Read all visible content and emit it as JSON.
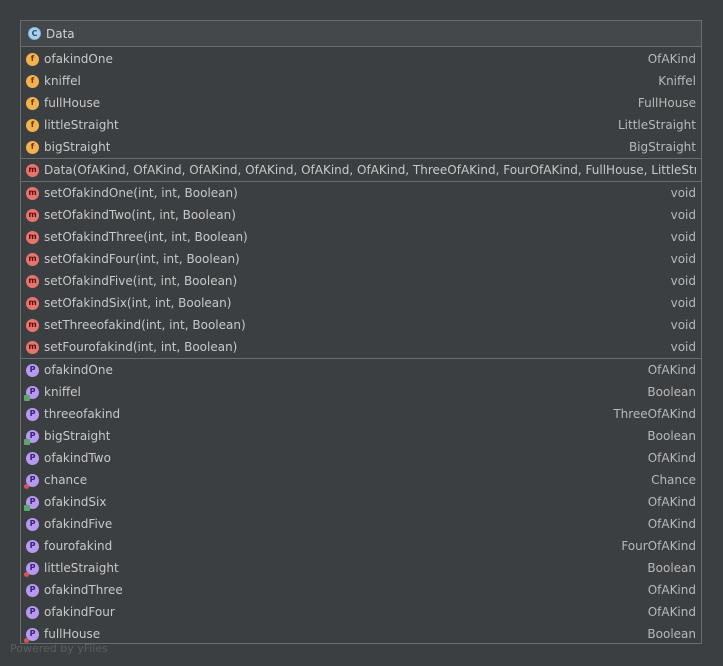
{
  "class": {
    "icon_letter": "C",
    "name": "Data"
  },
  "fields": [
    {
      "name": "ofakindOne",
      "type": "OfAKind"
    },
    {
      "name": "kniffel",
      "type": "Kniffel"
    },
    {
      "name": "fullHouse",
      "type": "FullHouse"
    },
    {
      "name": "littleStraight",
      "type": "LittleStraight"
    },
    {
      "name": "bigStraight",
      "type": "BigStraight"
    }
  ],
  "constructor": {
    "signature": "Data(OfAKind, OfAKind, OfAKind, OfAKind, OfAKind, OfAKind, ThreeOfAKind, FourOfAKind, FullHouse, LittleStraight, BigStraight"
  },
  "methods": [
    {
      "name": "setOfakindOne(int, int, Boolean)",
      "type": "void"
    },
    {
      "name": "setOfakindTwo(int, int, Boolean)",
      "type": "void"
    },
    {
      "name": "setOfakindThree(int, int, Boolean)",
      "type": "void"
    },
    {
      "name": "setOfakindFour(int, int, Boolean)",
      "type": "void"
    },
    {
      "name": "setOfakindFive(int, int, Boolean)",
      "type": "void"
    },
    {
      "name": "setOfakindSix(int, int, Boolean)",
      "type": "void"
    },
    {
      "name": "setThreeofakind(int, int, Boolean)",
      "type": "void"
    },
    {
      "name": "setFourofakind(int, int, Boolean)",
      "type": "void"
    }
  ],
  "properties": [
    {
      "name": "ofakindOne",
      "type": "OfAKind"
    },
    {
      "name": "kniffel",
      "type": "Boolean"
    },
    {
      "name": "threeofakind",
      "type": "ThreeOfAKind"
    },
    {
      "name": "bigStraight",
      "type": "Boolean"
    },
    {
      "name": "ofakindTwo",
      "type": "OfAKind"
    },
    {
      "name": "chance",
      "type": "Chance"
    },
    {
      "name": "ofakindSix",
      "type": "OfAKind"
    },
    {
      "name": "ofakindFive",
      "type": "OfAKind"
    },
    {
      "name": "fourofakind",
      "type": "FourOfAKind"
    },
    {
      "name": "littleStraight",
      "type": "Boolean"
    },
    {
      "name": "ofakindThree",
      "type": "OfAKind"
    },
    {
      "name": "ofakindFour",
      "type": "OfAKind"
    },
    {
      "name": "fullHouse",
      "type": "Boolean"
    }
  ],
  "icons": {
    "field": "f",
    "method": "m",
    "property": "P"
  },
  "footer": "Powered by yFiles"
}
